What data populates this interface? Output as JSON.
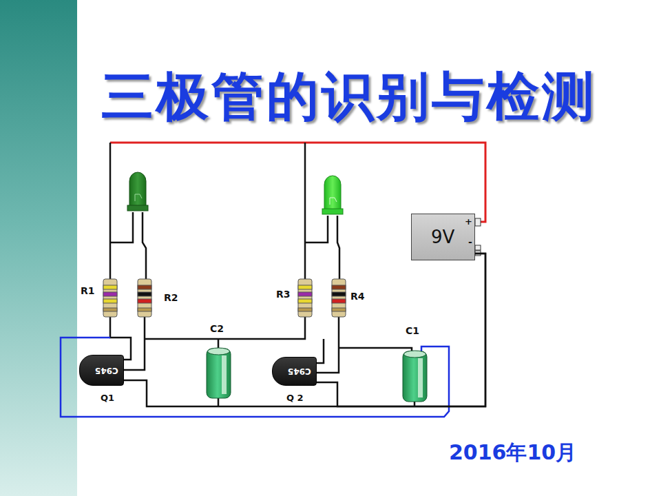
{
  "diagram": {
    "title": "三极管的识别与检测",
    "nodes": [
      {
        "text": [
          "9V"
        ]
      },
      {
        "text": [
          "C945"
        ]
      },
      {
        "text": [
          "C945"
        ]
      }
    ],
    "edges": [
      {
        "from": 0,
        "to": 1,
        "arrow": "none"
      },
      {
        "from": 0,
        "to": 2,
        "arrow": "none"
      }
    ],
    "labels": [
      "R1",
      "R2",
      "C2",
      "Q1",
      "R3",
      "R4",
      "C1",
      "Q 2",
      "+",
      "-",
      "2016年10月"
    ]
  }
}
